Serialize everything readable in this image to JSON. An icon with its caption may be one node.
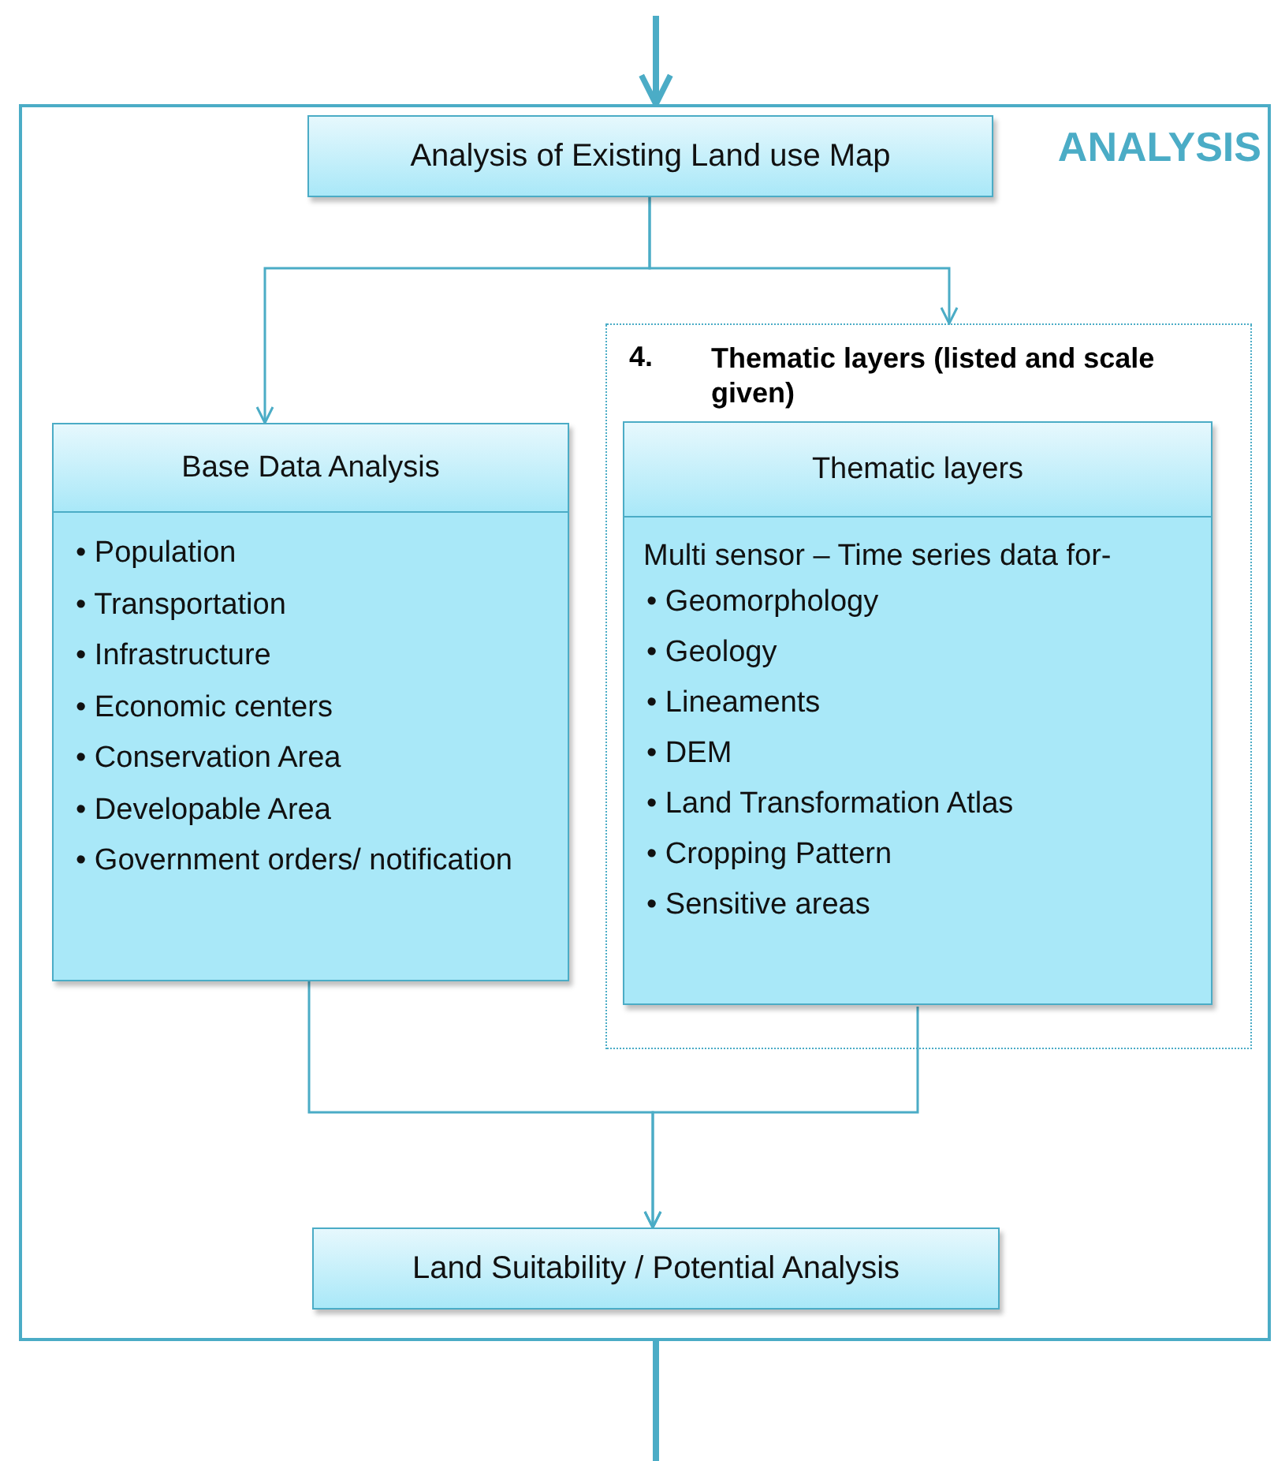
{
  "diagram": {
    "nodes": [
      {
        "text": [
          "ANALYSIS"
        ]
      },
      {
        "text": [
          "Analysis of Existing Land use Map"
        ],
        "in": 0
      },
      {
        "text": [
          "4.",
          "Thematic layers (listed and scale given)"
        ],
        "in": 0
      },
      {
        "text": [
          "Base Data  Analysis",
          "• Population",
          "• Transportation",
          "• Infrastructure",
          "• Economic centers",
          "• Conservation Area",
          "• Developable Area",
          "• Government orders/ notification"
        ],
        "in": 0
      },
      {
        "text": [
          "Thematic layers",
          "Multi sensor – Time series data for-",
          "• Geomorphology",
          "• Geology",
          "• Lineaments",
          "• DEM",
          "• Land Transformation Atlas",
          "• Cropping Pattern",
          "• Sensitive areas"
        ],
        "in": 2
      },
      {
        "text": [
          "Land Suitability / Potential Analysis"
        ],
        "in": 0
      }
    ],
    "edges": [
      {
        "from": null,
        "to": 0,
        "arrow": "to",
        "style": "thick"
      },
      {
        "from": 1,
        "to": 3,
        "arrow": "to"
      },
      {
        "from": 1,
        "to": 2,
        "arrow": "to"
      },
      {
        "from": 3,
        "to": 5,
        "arrow": "to"
      },
      {
        "from": 4,
        "to": 5,
        "arrow": "to"
      },
      {
        "from": 0,
        "to": null,
        "arrow": "none",
        "style": "thick"
      }
    ]
  }
}
